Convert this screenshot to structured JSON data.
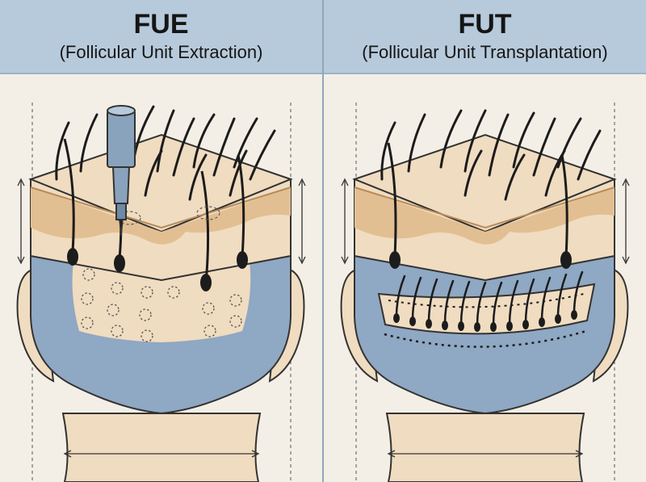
{
  "panels": [
    {
      "title": "FUE",
      "subtitle": "(Follicular Unit Extraction)"
    },
    {
      "title": "FUT",
      "subtitle": "(Follicular Unit Transplantation)"
    }
  ],
  "icons": {
    "fue_tool": "punch-extraction-tool-icon",
    "fut_strip": "donor-strip-icon"
  },
  "colors": {
    "header_bg": "#b7cadb",
    "skin": "#f0dcc0",
    "scalp_band": "#e2bf92",
    "donor_area": "#8fa8c3",
    "hair": "#1c1c1c",
    "background": "#f4efe6"
  }
}
